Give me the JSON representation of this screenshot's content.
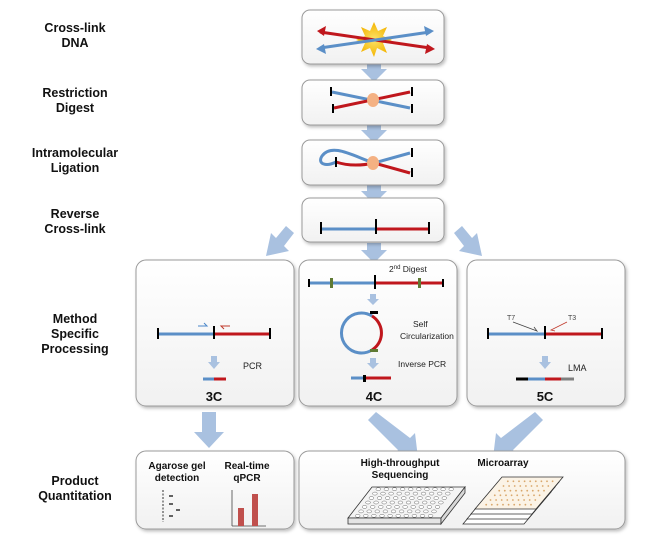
{
  "steps": {
    "cross_link": [
      "Cross-link",
      "DNA"
    ],
    "restriction": [
      "Restriction",
      "Digest"
    ],
    "ligation": [
      "Intramolecular",
      "Ligation"
    ],
    "reverse": [
      "Reverse",
      "Cross-link"
    ],
    "method": [
      "Method",
      "Specific",
      "Processing"
    ],
    "product": [
      "Product",
      "Quantitation"
    ]
  },
  "methods": {
    "three_c": {
      "title": "3C",
      "pcr_label": "PCR"
    },
    "four_c": {
      "title": "4C",
      "second_digest_base": "2",
      "second_digest_sup": "nd",
      "second_digest_rest": " Digest",
      "self_circ": [
        "Self",
        "Circularization"
      ],
      "inverse_pcr": "Inverse PCR"
    },
    "five_c": {
      "title": "5C",
      "t7": "T7",
      "t3": "T3",
      "lma": "LMA"
    }
  },
  "quant": {
    "agarose": [
      "Agarose gel",
      "detection"
    ],
    "realtime": [
      "Real-time",
      "qPCR"
    ],
    "hts": [
      "High-throughput",
      "Sequencing"
    ],
    "microarray": "Microarray"
  },
  "colors": {
    "blue": "#5b8fc7",
    "red": "#c0171d",
    "arrow": "#a9c1e0",
    "box_border": "#9a9a9a",
    "green": "#5f7a34",
    "primer_red": "#c0392b",
    "primer_blue": "#4a86c9",
    "orange": "#f4b183",
    "star": "#f6c21b"
  }
}
